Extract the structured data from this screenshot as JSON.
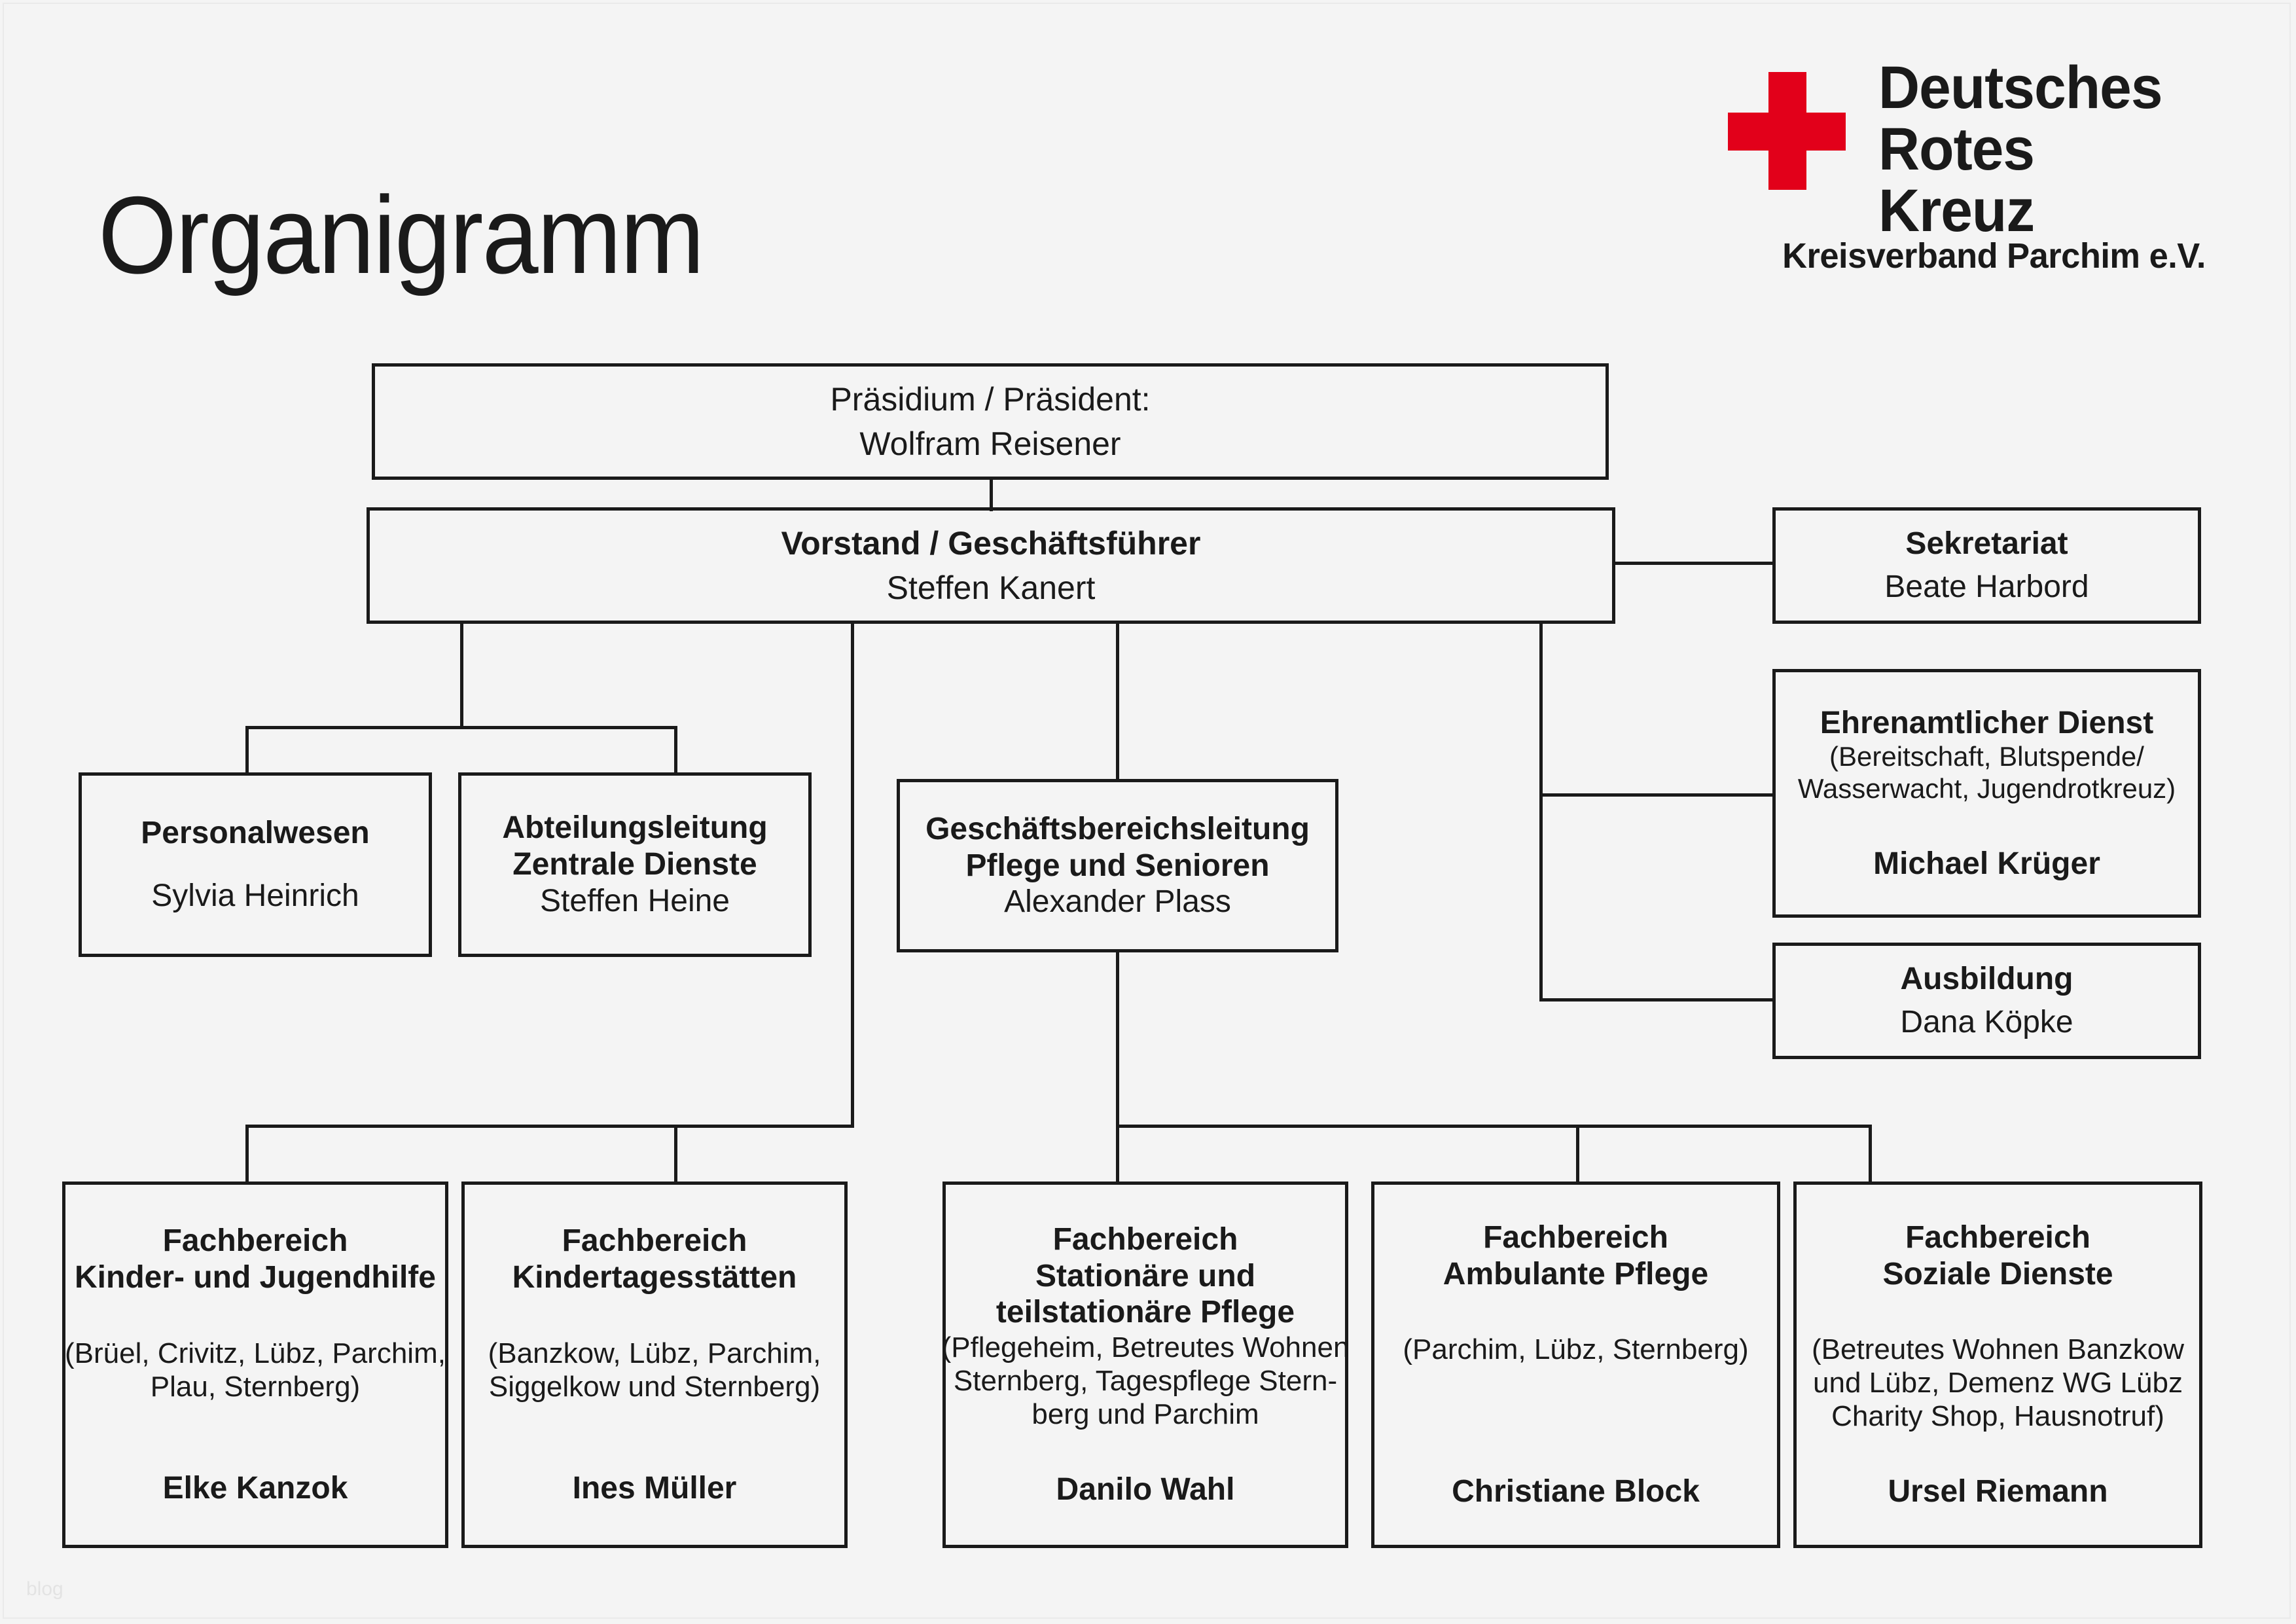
{
  "page": {
    "title": "Organigramm",
    "watermark": "blog"
  },
  "logo": {
    "icon": "red-cross-icon",
    "line1": "Deutsches",
    "line2": "Rotes",
    "line3": "Kreuz",
    "subtitle": "Kreisverband Parchim e.V.",
    "cross_color": "#e2001a",
    "text_color": "#1a1a1a"
  },
  "chart_data": {
    "type": "org-chart",
    "nodes": [
      {
        "id": "praesidium",
        "title": "Präsidium / Präsident:",
        "title_bold": false,
        "person": "Wolfram Reisener"
      },
      {
        "id": "vorstand",
        "title": "Vorstand / Geschäftsführer",
        "title_bold": true,
        "person": "Steffen Kanert"
      },
      {
        "id": "sekretariat",
        "title": "Sekretariat",
        "title_bold": true,
        "person": "Beate Harbord"
      },
      {
        "id": "ehrenamt",
        "title": "Ehrenamtlicher Dienst",
        "title_bold": true,
        "scope_line1": "(Bereitschaft, Blutspende/",
        "scope_line2": "Wasserwacht, Jugendrotkreuz)",
        "person": "Michael Krüger"
      },
      {
        "id": "ausbildung",
        "title": "Ausbildung",
        "title_bold": true,
        "person": "Dana Köpke"
      },
      {
        "id": "personalwesen",
        "title": "Personalwesen",
        "title_bold": true,
        "person": "Sylvia Heinrich"
      },
      {
        "id": "zentrale-dienste",
        "title_line1": "Abteilungsleitung",
        "title_line2": "Zentrale Dienste",
        "title_bold": true,
        "person": "Steffen Heine"
      },
      {
        "id": "gbl-pflege",
        "title_line1": "Geschäftsbereichsleitung",
        "title_line2": "Pflege und Senioren",
        "title_bold": true,
        "person": "Alexander Plass"
      },
      {
        "id": "fb-kinder-jugendhilfe",
        "title_line1": "Fachbereich",
        "title_line2": "Kinder- und Jugendhilfe",
        "title_bold": true,
        "scope_line1": "(Brüel, Crivitz, Lübz, Parchim,",
        "scope_line2": "Plau, Sternberg)",
        "person": "Elke Kanzok"
      },
      {
        "id": "fb-kindertagesstaetten",
        "title_line1": "Fachbereich",
        "title_line2": "Kindertagesstätten",
        "title_bold": true,
        "scope_line1": "(Banzkow, Lübz, Parchim,",
        "scope_line2": "Siggelkow und Sternberg)",
        "person": "Ines Müller"
      },
      {
        "id": "fb-stationaere-pflege",
        "title_line1": "Fachbereich",
        "title_line2": "Stationäre und",
        "title_line3": "teilstationäre Pflege",
        "title_bold": true,
        "scope_line1": "(Pflegeheim, Betreutes Wohnen",
        "scope_line2": "Sternberg, Tagespflege Stern-",
        "scope_line3": "berg und Parchim",
        "person": "Danilo Wahl"
      },
      {
        "id": "fb-ambulante-pflege",
        "title_line1": "Fachbereich",
        "title_line2": "Ambulante Pflege",
        "title_bold": true,
        "scope_line1": "(Parchim, Lübz, Sternberg)",
        "person": "Christiane Block"
      },
      {
        "id": "fb-soziale-dienste",
        "title_line1": "Fachbereich",
        "title_line2": "Soziale Dienste",
        "title_bold": true,
        "scope_line1": "(Betreutes Wohnen Banzkow",
        "scope_line2": "und Lübz, Demenz WG Lübz",
        "scope_line3": "Charity Shop, Hausnotruf)",
        "person": "Ursel Riemann"
      }
    ],
    "edges": [
      {
        "from": "praesidium",
        "to": "vorstand"
      },
      {
        "from": "vorstand",
        "to": "sekretariat"
      },
      {
        "from": "vorstand",
        "to": "ehrenamt"
      },
      {
        "from": "vorstand",
        "to": "ausbildung"
      },
      {
        "from": "vorstand",
        "to": "personalwesen"
      },
      {
        "from": "vorstand",
        "to": "zentrale-dienste"
      },
      {
        "from": "vorstand",
        "to": "gbl-pflege"
      },
      {
        "from": "vorstand",
        "to": "fb-kinder-jugendhilfe"
      },
      {
        "from": "vorstand",
        "to": "fb-kindertagesstaetten"
      },
      {
        "from": "gbl-pflege",
        "to": "fb-stationaere-pflege"
      },
      {
        "from": "gbl-pflege",
        "to": "fb-ambulante-pflege"
      },
      {
        "from": "gbl-pflege",
        "to": "fb-soziale-dienste"
      }
    ]
  }
}
